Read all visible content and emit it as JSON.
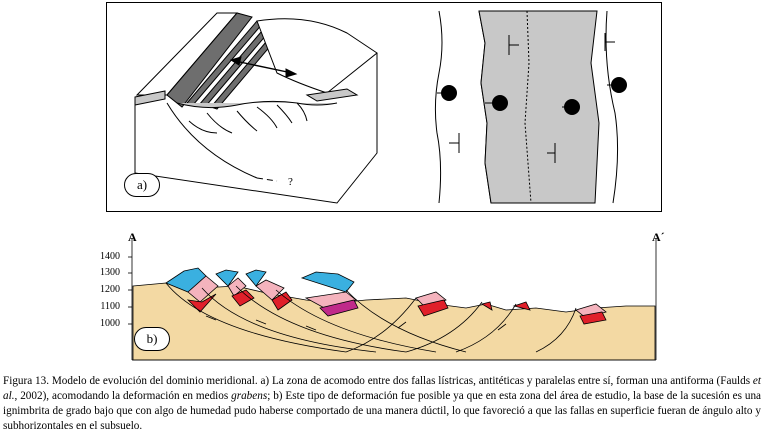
{
  "figure": {
    "panel_a_label": "a)",
    "panel_b_label": "b)",
    "question_mark": "?",
    "section_start": "A",
    "section_end": "A´",
    "elevation_ticks": [
      "1400",
      "1300",
      "1200",
      "1100",
      "1000"
    ]
  },
  "caption": {
    "prefix": "Figura 13. Modelo de evolución del dominio meridional. a) La zona de acomodo entre dos fallas lístricas, antitéticas y paralelas entre sí, forman una antiforma (Faulds ",
    "etal": "et al.",
    "middle": ", 2002), acomodando la deformación en medios ",
    "grabens": "grabens",
    "suffix": "; b) Este tipo de deformación fue posible ya que en esta zona del área de estudio, la base de la sucesión es una ignimbrita de grado bajo que con algo de humedad pudo haberse comportado de una manera dúctil, lo que favoreció a que las fallas en superficie fueran de ángulo alto y subhorizontales en el subsuelo."
  },
  "colors": {
    "sand": "#f3d9a3",
    "cyan": "#3ab0e0",
    "pink": "#f4b3bd",
    "red": "#e0202a",
    "magenta": "#c02a8a",
    "gray": "#c8c8c8",
    "dark_gray": "#6e6e6e"
  }
}
